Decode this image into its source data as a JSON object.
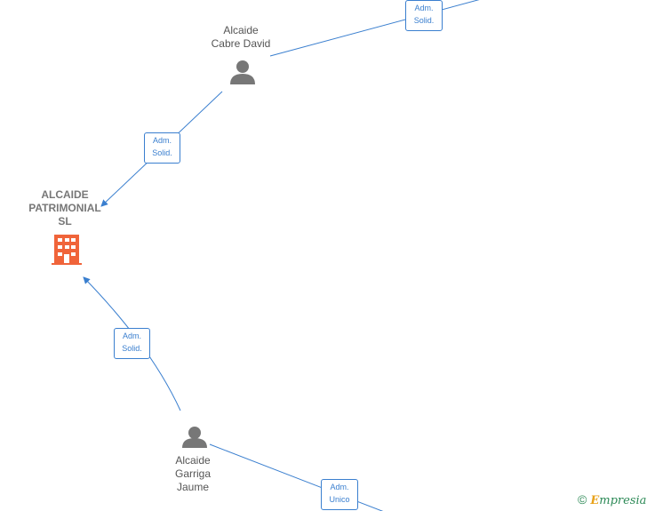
{
  "nodes": {
    "person_top": {
      "line1": "Alcaide",
      "line2": "Cabre David"
    },
    "company": {
      "line1": "ALCAIDE",
      "line2": "PATRIMONIAL",
      "line3": "SL"
    },
    "person_bottom": {
      "line1": "Alcaide",
      "line2": "Garriga",
      "line3": "Jaume"
    }
  },
  "edges": {
    "top_right": {
      "line1": "Adm.",
      "line2": "Solid."
    },
    "top_to_company": {
      "line1": "Adm.",
      "line2": "Solid."
    },
    "bottom_to_company": {
      "line1": "Adm.",
      "line2": "Solid."
    },
    "bottom_right": {
      "line1": "Adm.",
      "line2": "Unico"
    }
  },
  "colors": {
    "edge": "#3a7fcf",
    "person_icon": "#777777",
    "company_icon": "#f0643a"
  },
  "brand": {
    "copyright": "©",
    "e": "E",
    "rest": "mpresia"
  }
}
